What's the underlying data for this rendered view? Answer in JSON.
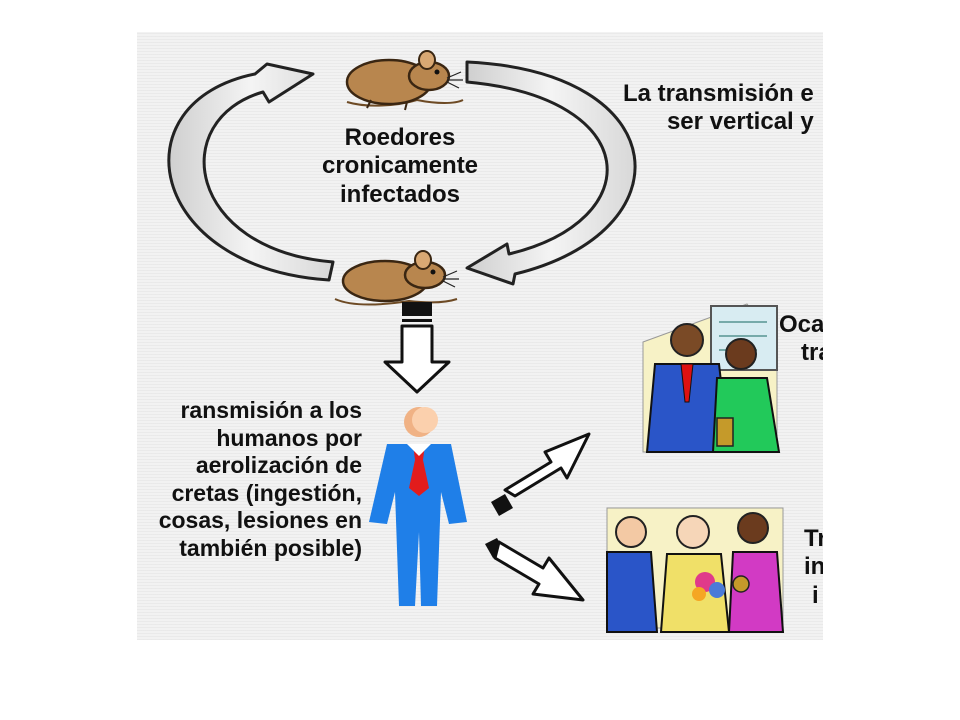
{
  "labels": {
    "roedores": [
      "Roedores",
      "cronicamente",
      "infectados"
    ],
    "vertical": [
      "La transmisión e",
      "ser vertical y"
    ],
    "humanos": [
      "ransmisión a los",
      "humanos por",
      "aerolización de",
      "cretas (ingestión,",
      "cosas, lesiones en",
      "también posible)"
    ],
    "ocupacional": [
      "Oca",
      "tra"
    ],
    "transmision_interhumana": [
      "Tr",
      "in",
      "i"
    ]
  },
  "colors": {
    "slide_background": "#f2f2f2",
    "cycle_arrow_fill": "#e2e2e2",
    "rodent": "#b8864e",
    "person_suit": "#1f7fe8",
    "tie": "#e21c1c"
  },
  "icons": [
    "cycle-arrow-icon",
    "rodent-icon",
    "down-arrow-icon",
    "person-icon",
    "diagonal-arrow-icon",
    "workers-clipart-icon",
    "group-clipart-icon"
  ]
}
